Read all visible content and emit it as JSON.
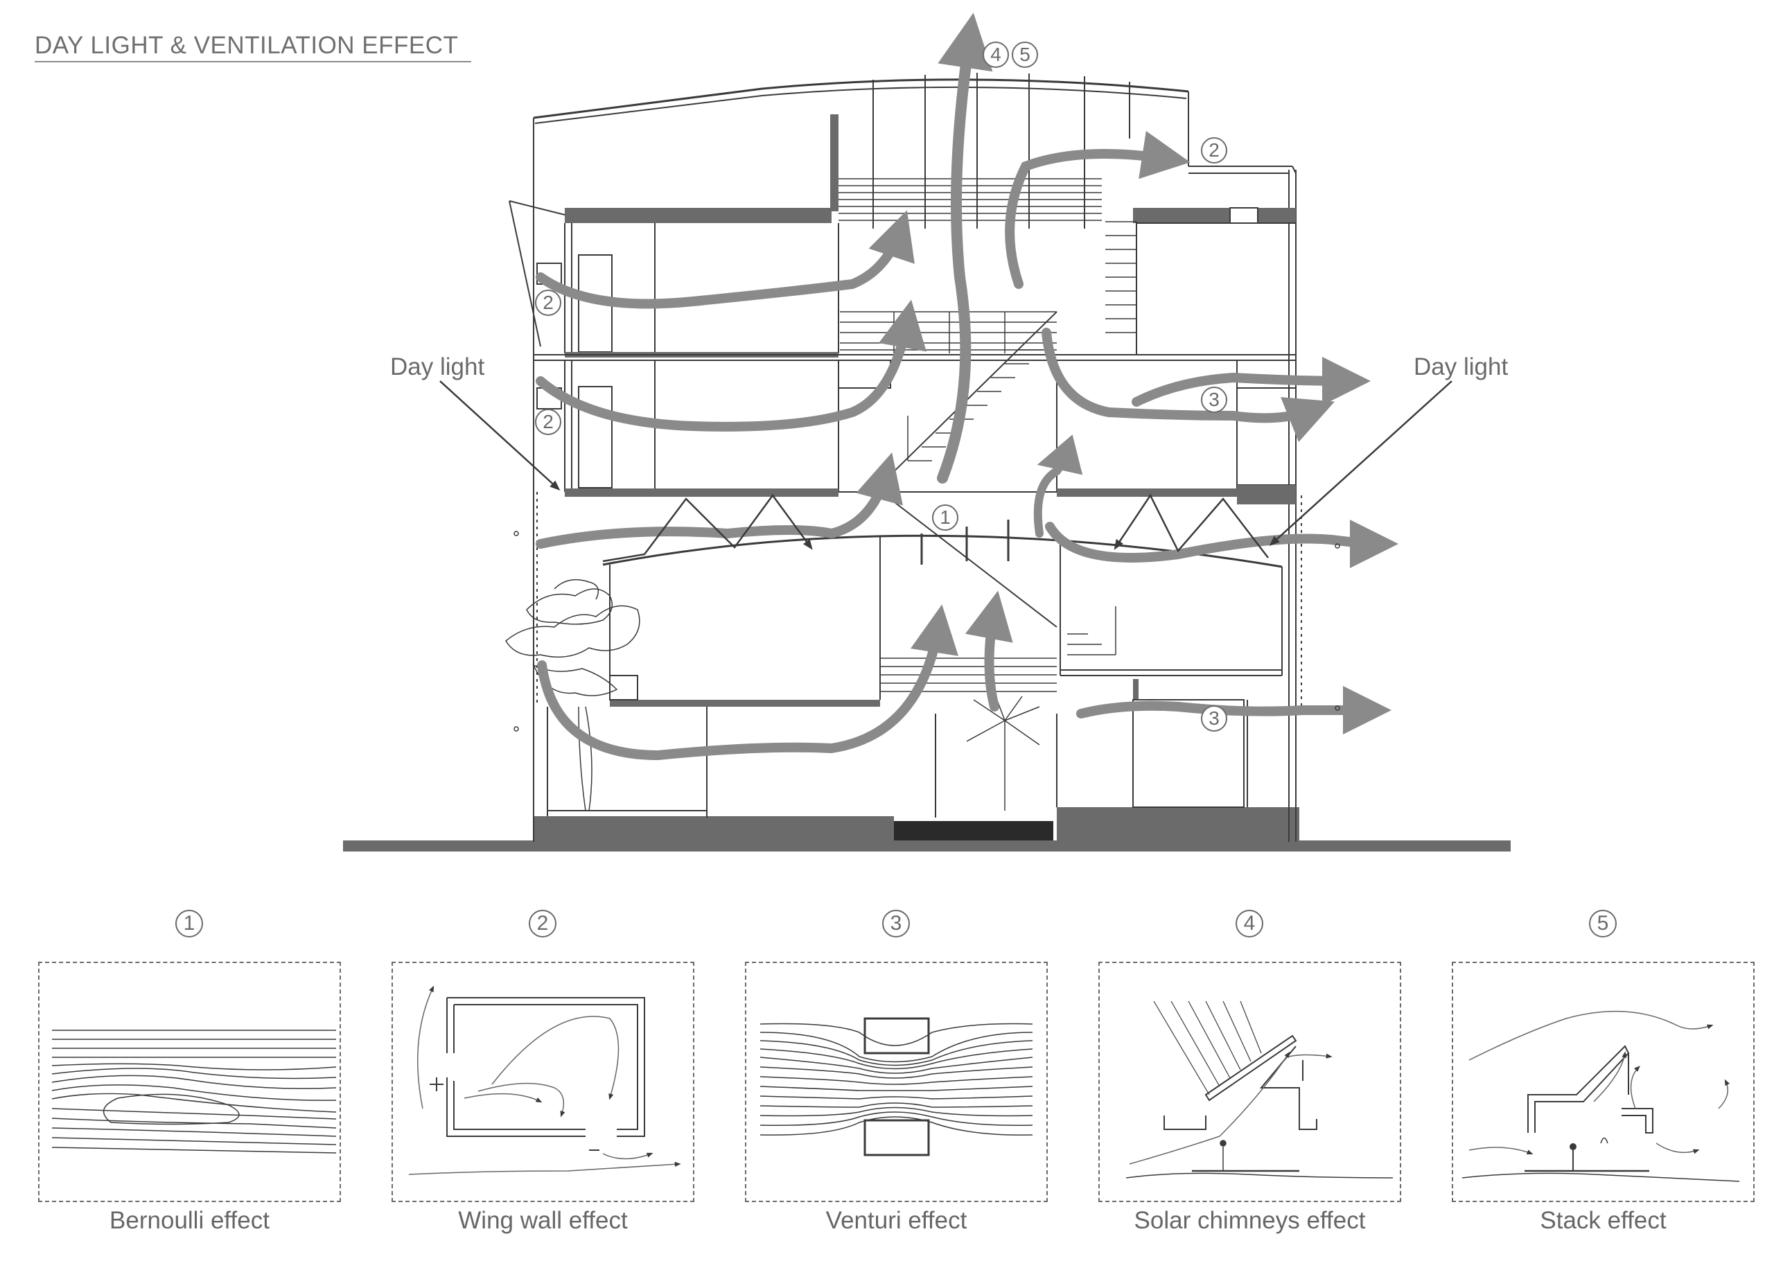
{
  "title": "DAY LIGHT & VENTILATION EFFECT",
  "callouts": {
    "day_light_left": "Day light",
    "day_light_right": "Day light"
  },
  "section_markers": [
    "1",
    "2",
    "3",
    "4",
    "5"
  ],
  "panels": [
    {
      "number": "1",
      "caption": "Bernoulli effect"
    },
    {
      "number": "2",
      "caption": "Wing wall effect"
    },
    {
      "number": "3",
      "caption": "Venturi effect"
    },
    {
      "number": "4",
      "caption": "Solar chimneys effect"
    },
    {
      "number": "5",
      "caption": "Stack effect"
    }
  ],
  "colors": {
    "line": "#3a3a3a",
    "slab": "#6b6b6b",
    "arrow": "#8a8a8a",
    "ground": "#6b6b6b",
    "pool": "#2a2a2a"
  }
}
